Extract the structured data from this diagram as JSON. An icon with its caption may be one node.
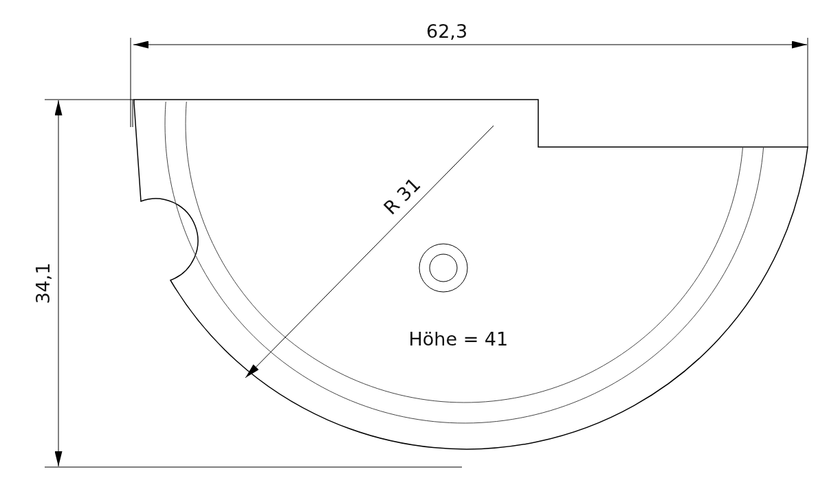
{
  "diagram": {
    "labels": [
      "62,3",
      "34,1",
      "R 31",
      "Höhe = 41"
    ]
  }
}
